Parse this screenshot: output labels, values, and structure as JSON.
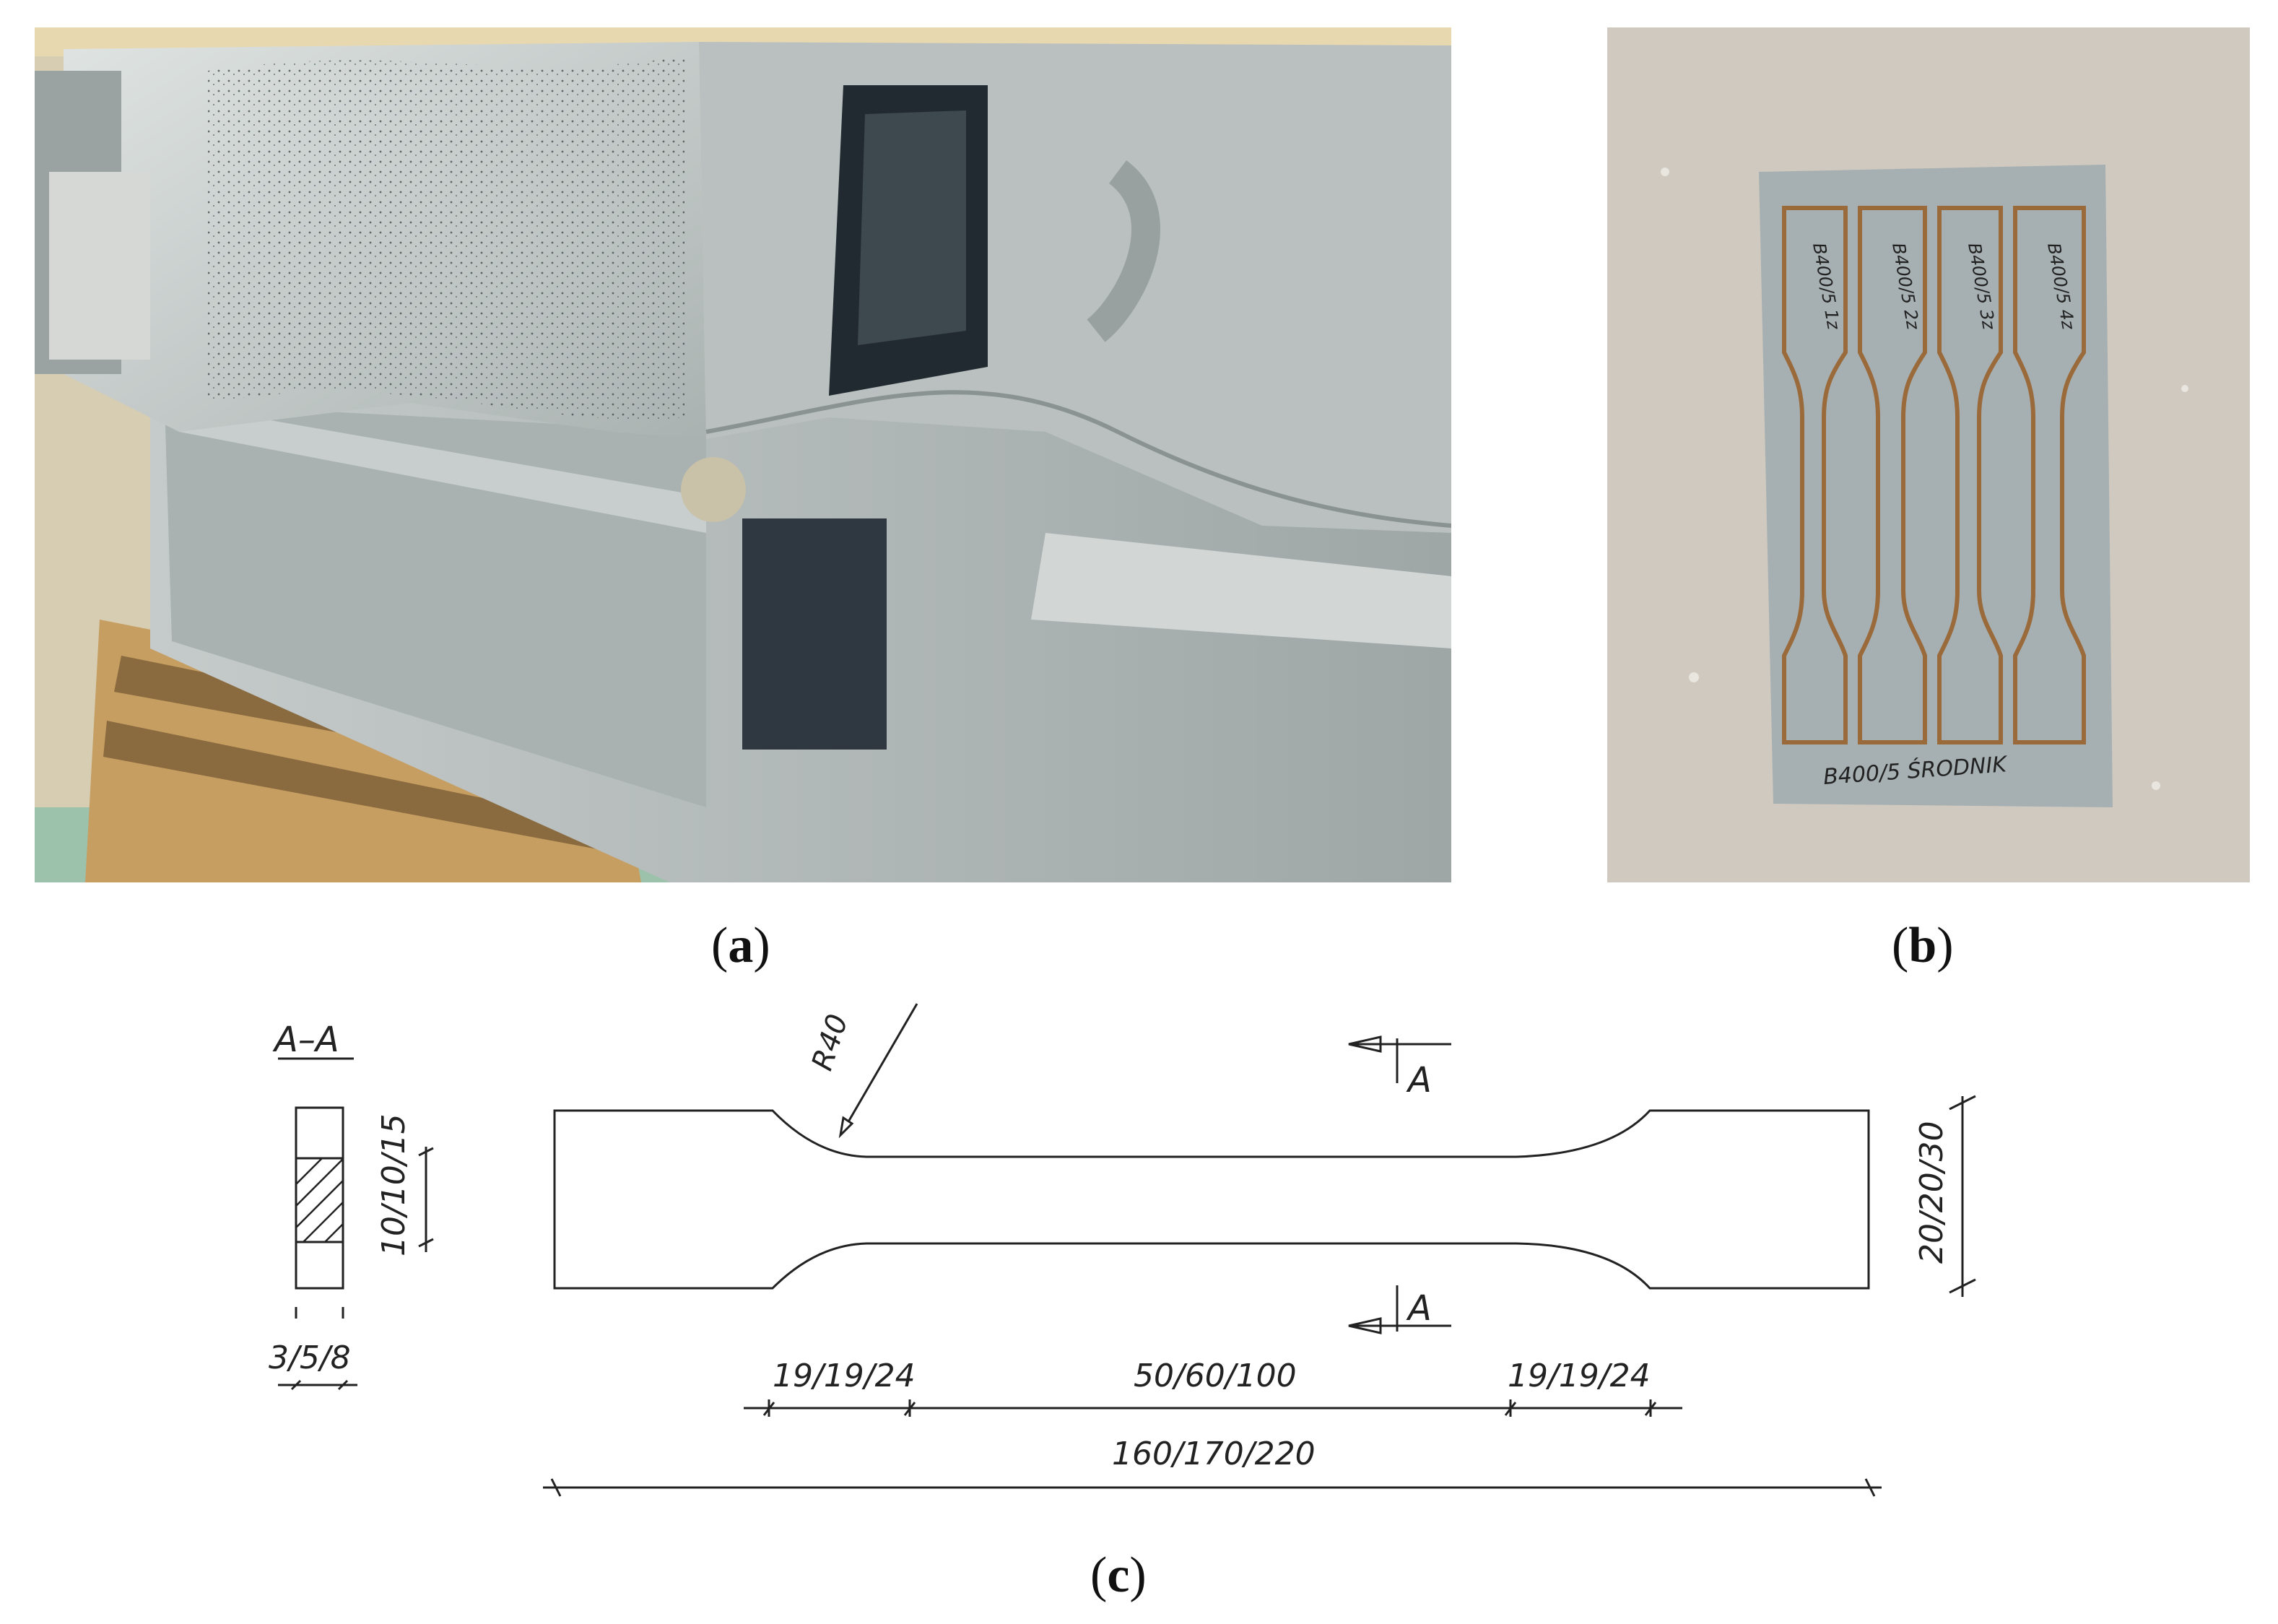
{
  "captions": {
    "a": "a",
    "b": "b",
    "c": "c"
  },
  "photo_b": {
    "labels": [
      "B400/5 1z",
      "B400/5 2z",
      "B400/5 3z",
      "B400/5 4z"
    ],
    "footer": "B400/5 ŚRODNIK"
  },
  "drawing": {
    "section_title": "A–A",
    "radius": "R40",
    "section_marker": "A",
    "dims": {
      "section_height": "10/10/15",
      "section_thickness": "3/5/8",
      "grip_width": "20/20/30",
      "shoulder_left": "19/19/24",
      "gauge_length": "50/60/100",
      "shoulder_right": "19/19/24",
      "total_length": "160/170/220"
    }
  },
  "colors": {
    "steel": "#b8bfbe",
    "shadow": "#3a4246",
    "wood": "#c9a56a",
    "floor": "#8fb8a0",
    "rust": "#9a6a3a",
    "table": "#cfc9bf"
  }
}
